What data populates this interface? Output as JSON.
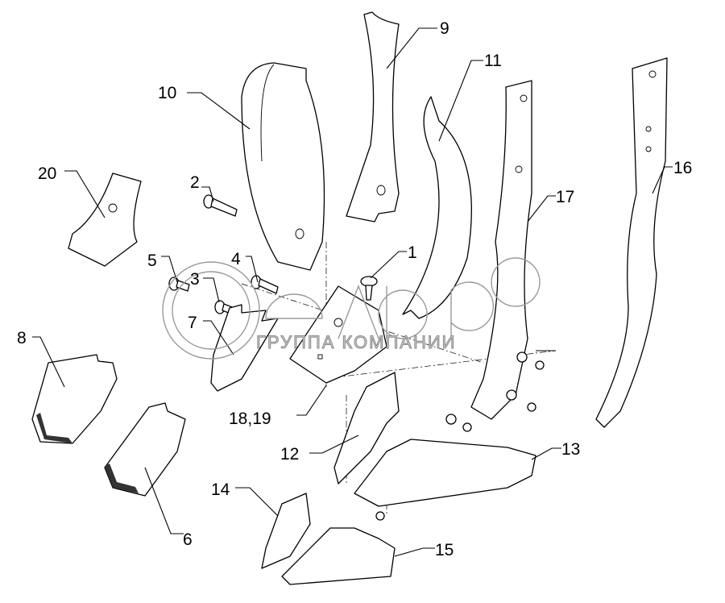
{
  "diagram": {
    "type": "exploded parts drawing",
    "labels": [
      {
        "id": "9",
        "text": "9"
      },
      {
        "id": "10",
        "text": "10"
      },
      {
        "id": "11",
        "text": "11"
      },
      {
        "id": "20",
        "text": "20"
      },
      {
        "id": "2",
        "text": "2"
      },
      {
        "id": "5",
        "text": "5"
      },
      {
        "id": "4",
        "text": "4"
      },
      {
        "id": "3",
        "text": "3"
      },
      {
        "id": "1",
        "text": "1"
      },
      {
        "id": "7",
        "text": "7"
      },
      {
        "id": "8",
        "text": "8"
      },
      {
        "id": "18_19",
        "text": "18,19"
      },
      {
        "id": "17",
        "text": "17"
      },
      {
        "id": "16",
        "text": "16"
      },
      {
        "id": "12",
        "text": "12"
      },
      {
        "id": "13",
        "text": "13"
      },
      {
        "id": "14",
        "text": "14"
      },
      {
        "id": "6",
        "text": "6"
      },
      {
        "id": "15",
        "text": "15"
      }
    ]
  },
  "watermark": {
    "logo_text": "белагро",
    "subtitle": "ГРУППА КОМПАНИИ",
    "color": "#9a9a9a"
  }
}
